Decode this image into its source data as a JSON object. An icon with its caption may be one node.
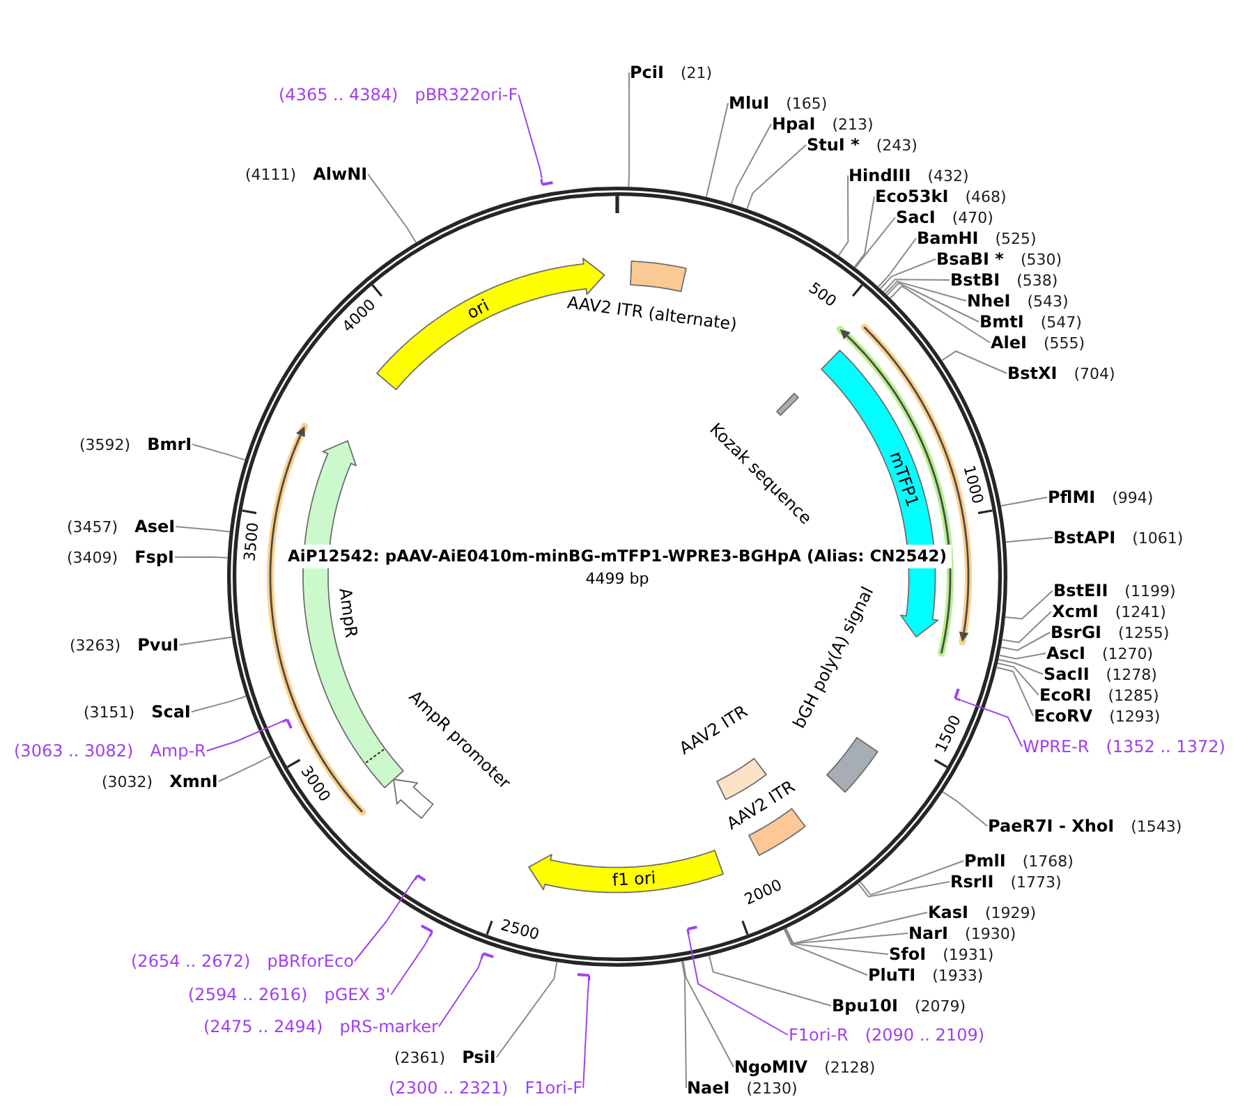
{
  "diagram": {
    "title": "AiP12542: pAAV-AiE0410m-minBG-mTFP1-WPRE3-BGHpA (Alias: CN2542)",
    "nodes": [
      {
        "text": [
          "AAV2 ITR (alternate)"
        ]
      },
      {
        "text": [
          "Kozak sequence"
        ]
      },
      {
        "text": [
          "mTFP1"
        ]
      },
      {
        "text": [
          "bGH poly(A) signal"
        ]
      },
      {
        "text": [
          "AAV2 ITR"
        ]
      },
      {
        "text": [
          "AAV2 ITR"
        ]
      },
      {
        "text": [
          "f1 ori"
        ]
      },
      {
        "text": [
          "AmpR promoter"
        ]
      },
      {
        "text": [
          "AmpR"
        ]
      },
      {
        "text": [
          "ori"
        ]
      },
      {
        "text": [
          "PciI",
          "(21)"
        ]
      },
      {
        "text": [
          "MluI",
          "(165)"
        ]
      },
      {
        "text": [
          "HpaI",
          "(213)"
        ]
      },
      {
        "text": [
          "StuI *",
          "(243)"
        ]
      },
      {
        "text": [
          "HindIII",
          "(432)"
        ]
      },
      {
        "text": [
          "Eco53kI",
          "(468)"
        ]
      },
      {
        "text": [
          "SacI",
          "(470)"
        ]
      },
      {
        "text": [
          "BamHI",
          "(525)"
        ]
      },
      {
        "text": [
          "BsaBI *",
          "(530)"
        ]
      },
      {
        "text": [
          "BstBI",
          "(538)"
        ]
      },
      {
        "text": [
          "NheI",
          "(543)"
        ]
      },
      {
        "text": [
          "BmtI",
          "(547)"
        ]
      },
      {
        "text": [
          "AleI",
          "(555)"
        ]
      },
      {
        "text": [
          "BstXI",
          "(704)"
        ]
      },
      {
        "text": [
          "PflMI",
          "(994)"
        ]
      },
      {
        "text": [
          "BstAPI",
          "(1061)"
        ]
      },
      {
        "text": [
          "BstEII",
          "(1199)"
        ]
      },
      {
        "text": [
          "XcmI",
          "(1241)"
        ]
      },
      {
        "text": [
          "BsrGI",
          "(1255)"
        ]
      },
      {
        "text": [
          "AscI",
          "(1270)"
        ]
      },
      {
        "text": [
          "SacII",
          "(1278)"
        ]
      },
      {
        "text": [
          "EcoRI",
          "(1285)"
        ]
      },
      {
        "text": [
          "EcoRV",
          "(1293)"
        ]
      },
      {
        "text": [
          "WPRE-R",
          "(1352 .. 1372)"
        ]
      },
      {
        "text": [],
        "shape": "bracket"
      },
      {
        "text": [
          "PaeR7I - XhoI",
          "(1543)"
        ]
      },
      {
        "text": [
          "PmlI",
          "(1768)"
        ]
      },
      {
        "text": [
          "RsrII",
          "(1773)"
        ]
      },
      {
        "text": [
          "KasI",
          "(1929)"
        ]
      },
      {
        "text": [
          "NarI",
          "(1930)"
        ]
      },
      {
        "text": [
          "SfoI",
          "(1931)"
        ]
      },
      {
        "text": [
          "PluTI",
          "(1933)"
        ]
      },
      {
        "text": [
          "Bpu10I",
          "(2079)"
        ]
      },
      {
        "text": [
          "F1ori-R",
          "(2090 .. 2109)"
        ]
      },
      {
        "text": [],
        "shape": "bracket"
      },
      {
        "text": [
          "NgoMIV",
          "(2128)"
        ]
      },
      {
        "text": [
          "NaeI",
          "(2130)"
        ]
      },
      {
        "text": [
          "(2300 .. 2321)",
          "F1ori-F"
        ]
      },
      {
        "text": [],
        "shape": "bracket"
      },
      {
        "text": [
          "(2361)",
          "PsiI"
        ]
      },
      {
        "text": [
          "(2475 .. 2494)",
          "pRS-marker"
        ]
      },
      {
        "text": [],
        "shape": "bracket"
      },
      {
        "text": [
          "(2594 .. 2616)",
          "pGEX 3'"
        ]
      },
      {
        "text": [],
        "shape": "bracket"
      },
      {
        "text": [
          "(2654 .. 2672)",
          "pBRforEco"
        ]
      },
      {
        "text": [],
        "shape": "bracket"
      },
      {
        "text": [
          "(3032)",
          "XmnI"
        ]
      },
      {
        "text": [
          "(3063 .. 3082)",
          "Amp-R"
        ]
      },
      {
        "text": [],
        "shape": "bracket"
      },
      {
        "text": [
          "(3151)",
          "ScaI"
        ]
      },
      {
        "text": [
          "(3263)",
          "PvuI"
        ]
      },
      {
        "text": [
          "(3409)",
          "FspI"
        ]
      },
      {
        "text": [
          "(3457)",
          "AseI"
        ]
      },
      {
        "text": [
          "(3592)",
          "BmrI"
        ]
      },
      {
        "text": [
          "(4111)",
          "AlwNI"
        ]
      },
      {
        "text": [
          "(4365 .. 4384)",
          "pBR322ori-F"
        ]
      },
      {
        "text": [],
        "shape": "bracket"
      }
    ],
    "edges": [
      {
        "from": 10,
        "to": null,
        "arrow": "none"
      },
      {
        "from": 11,
        "to": null,
        "arrow": "none"
      },
      {
        "from": 12,
        "to": null,
        "arrow": "none"
      },
      {
        "from": 13,
        "to": null,
        "arrow": "none"
      },
      {
        "from": 14,
        "to": null,
        "arrow": "none"
      },
      {
        "from": 15,
        "to": null,
        "arrow": "none"
      },
      {
        "from": 16,
        "to": null,
        "arrow": "none"
      },
      {
        "from": 17,
        "to": null,
        "arrow": "none"
      },
      {
        "from": 18,
        "to": null,
        "arrow": "none"
      },
      {
        "from": 19,
        "to": null,
        "arrow": "none"
      },
      {
        "from": 20,
        "to": null,
        "arrow": "none"
      },
      {
        "from": 21,
        "to": null,
        "arrow": "none"
      },
      {
        "from": 22,
        "to": null,
        "arrow": "none"
      },
      {
        "from": 23,
        "to": null,
        "arrow": "none"
      },
      {
        "from": 24,
        "to": null,
        "arrow": "none"
      },
      {
        "from": 25,
        "to": null,
        "arrow": "none"
      },
      {
        "from": 26,
        "to": null,
        "arrow": "none"
      },
      {
        "from": 27,
        "to": null,
        "arrow": "none"
      },
      {
        "from": 28,
        "to": null,
        "arrow": "none"
      },
      {
        "from": 29,
        "to": null,
        "arrow": "none"
      },
      {
        "from": 30,
        "to": null,
        "arrow": "none"
      },
      {
        "from": 31,
        "to": null,
        "arrow": "none"
      },
      {
        "from": 32,
        "to": null,
        "arrow": "none"
      },
      {
        "from": 33,
        "to": 34,
        "arrow": "none",
        "color": "#a040f0"
      },
      {
        "from": 35,
        "to": null,
        "arrow": "none"
      },
      {
        "from": 36,
        "to": null,
        "arrow": "none"
      },
      {
        "from": 37,
        "to": null,
        "arrow": "none"
      },
      {
        "from": 38,
        "to": null,
        "arrow": "none"
      },
      {
        "from": 39,
        "to": null,
        "arrow": "none"
      },
      {
        "from": 40,
        "to": null,
        "arrow": "none"
      },
      {
        "from": 41,
        "to": null,
        "arrow": "none"
      },
      {
        "from": 42,
        "to": null,
        "arrow": "none"
      },
      {
        "from": 43,
        "to": 44,
        "arrow": "none",
        "color": "#a040f0"
      },
      {
        "from": 45,
        "to": null,
        "arrow": "none"
      },
      {
        "from": 46,
        "to": null,
        "arrow": "none"
      },
      {
        "from": 47,
        "to": 48,
        "arrow": "none",
        "color": "#a040f0"
      },
      {
        "from": 49,
        "to": null,
        "arrow": "none"
      },
      {
        "from": 50,
        "to": 51,
        "arrow": "none",
        "color": "#a040f0"
      },
      {
        "from": 52,
        "to": 53,
        "arrow": "none",
        "color": "#a040f0"
      },
      {
        "from": 54,
        "to": 55,
        "arrow": "none",
        "color": "#a040f0"
      },
      {
        "from": 56,
        "to": null,
        "arrow": "none"
      },
      {
        "from": 57,
        "to": 58,
        "arrow": "none",
        "color": "#a040f0"
      },
      {
        "from": 59,
        "to": null,
        "arrow": "none"
      },
      {
        "from": 60,
        "to": null,
        "arrow": "none"
      },
      {
        "from": 61,
        "to": null,
        "arrow": "none"
      },
      {
        "from": 62,
        "to": null,
        "arrow": "none"
      },
      {
        "from": 63,
        "to": null,
        "arrow": "none"
      },
      {
        "from": 64,
        "to": null,
        "arrow": "none"
      },
      {
        "from": 65,
        "to": 66,
        "arrow": "none",
        "color": "#a040f0"
      }
    ],
    "labels": [
      "500",
      "4000",
      "1000",
      "3500",
      "4499 bp",
      "1500",
      "3000",
      "2000",
      "2500"
    ]
  }
}
